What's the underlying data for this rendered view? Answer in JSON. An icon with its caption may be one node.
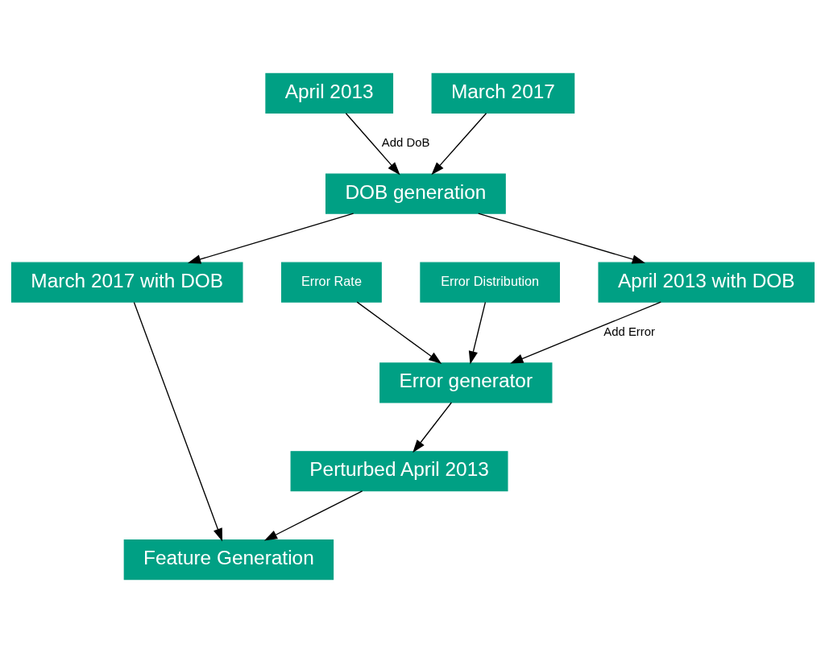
{
  "diagram": {
    "nodes": [
      {
        "text": [
          "April 2013"
        ]
      },
      {
        "text": [
          "March 2017"
        ]
      },
      {
        "text": [
          "DOB generation"
        ]
      },
      {
        "text": [
          "Error Rate"
        ]
      },
      {
        "text": [
          "April 2013 with DOB"
        ]
      },
      {
        "text": [
          "March 2017 with DOB"
        ]
      },
      {
        "text": [
          "Error Distribution"
        ]
      },
      {
        "text": [
          "Error generator"
        ]
      },
      {
        "text": [
          "Perturbed April 2013"
        ]
      },
      {
        "text": [
          "Feature Generation"
        ]
      }
    ],
    "edges": [
      {
        "from": 0,
        "to": 2,
        "arrow": "to",
        "label": "Add DoB"
      },
      {
        "from": 1,
        "to": 2,
        "arrow": "to"
      },
      {
        "from": 2,
        "to": 4,
        "arrow": "to"
      },
      {
        "from": 2,
        "to": 5,
        "arrow": "to"
      },
      {
        "from": 4,
        "to": 7,
        "arrow": "to",
        "label": "Add Error"
      },
      {
        "from": 3,
        "to": 7,
        "arrow": "to"
      },
      {
        "from": 6,
        "to": 7,
        "arrow": "to"
      },
      {
        "from": 7,
        "to": 8,
        "arrow": "to"
      },
      {
        "from": 8,
        "to": 9,
        "arrow": "to"
      },
      {
        "from": 5,
        "to": 9,
        "arrow": "to"
      }
    ]
  }
}
